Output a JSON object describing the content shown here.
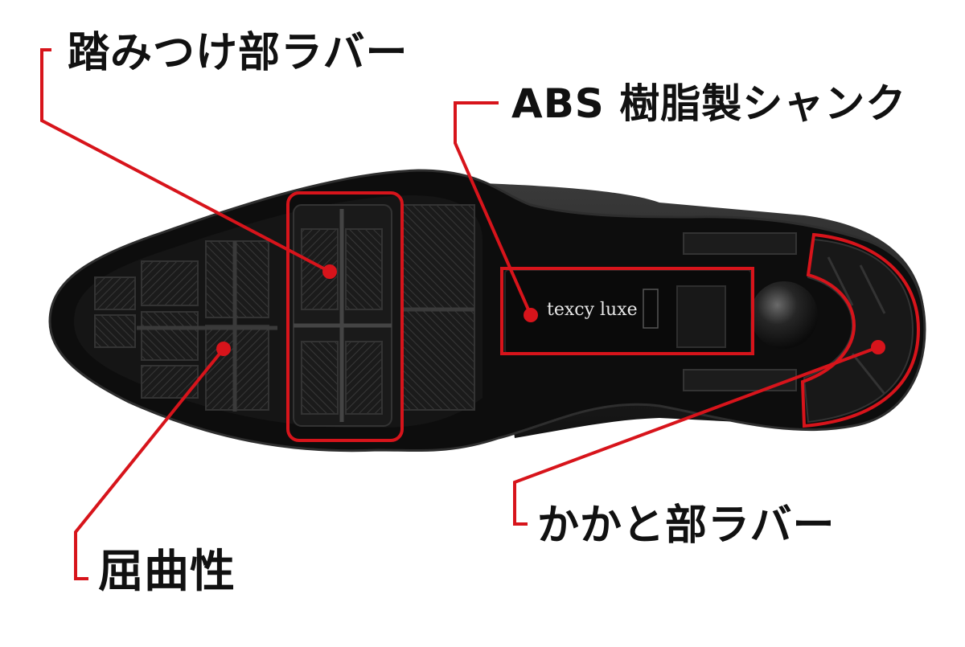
{
  "callouts": {
    "forefoot_rubber": "踏みつけ部ラバー",
    "abs_shank": "ABS 樹脂製シャンク",
    "flexibility": "屈曲性",
    "heel_rubber": "かかと部ラバー"
  },
  "sole": {
    "brand_text": "texcy luxe"
  },
  "colors": {
    "callout_red": "#d7141b",
    "sole_black": "#141414",
    "label_text": "#111111",
    "background": "#ffffff"
  }
}
